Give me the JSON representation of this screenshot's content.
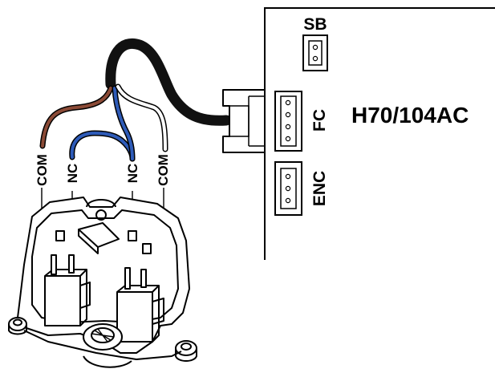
{
  "board": {
    "connectors": {
      "sb": "SB",
      "fc": "FC",
      "enc": "ENC"
    },
    "model": "H70/104AC"
  },
  "wires": {
    "com_left": "COM",
    "nc_left": "NC",
    "nc_right": "NC",
    "com_right": "COM"
  },
  "colors": {
    "brown_wire": "#8B4A36",
    "blue_wire": "#2E5BB8",
    "white_wire": "#ffffff",
    "cable": "#111111"
  }
}
